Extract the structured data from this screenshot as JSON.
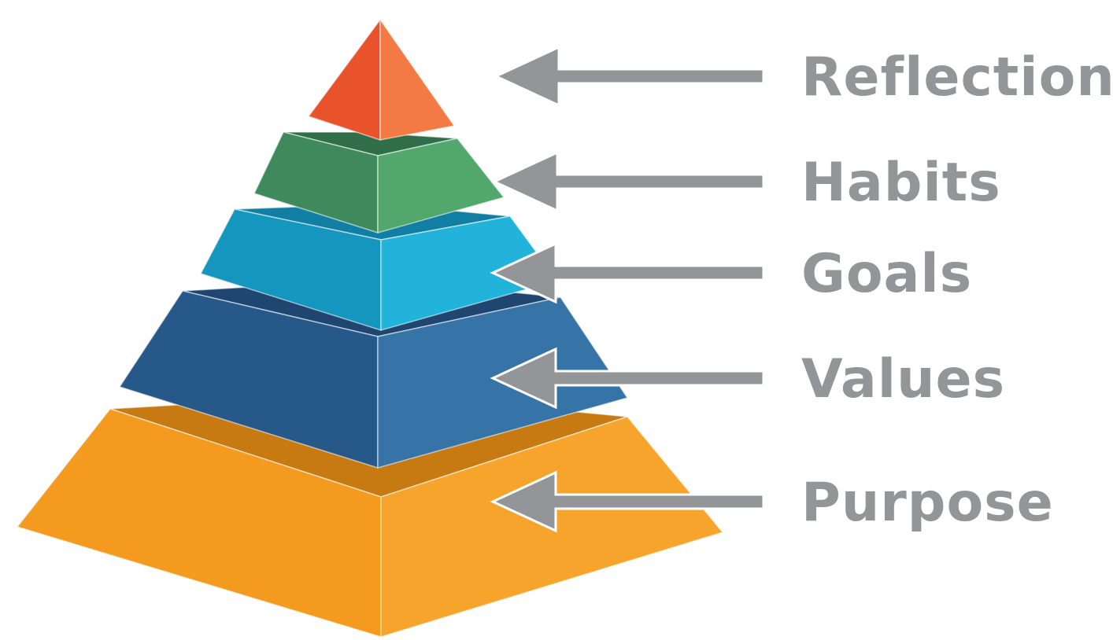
{
  "colors": {
    "arrow": "#939598",
    "label": "#939598",
    "background": "#ffffff"
  },
  "levels": [
    {
      "id": "reflection",
      "label": "Reflection",
      "colors": {
        "left": "#E8532B",
        "right": "#F47A45",
        "top": "#F26B3A"
      }
    },
    {
      "id": "habits",
      "label": "Habits",
      "colors": {
        "left": "#3F8A5D",
        "right": "#52A86C",
        "top": "#2F6E48"
      }
    },
    {
      "id": "goals",
      "label": "Goals",
      "colors": {
        "left": "#1596BE",
        "right": "#22B3DA",
        "top": "#117FA3"
      }
    },
    {
      "id": "values",
      "label": "Values",
      "colors": {
        "left": "#27588A",
        "right": "#3673A6",
        "top": "#1E4670"
      }
    },
    {
      "id": "purpose",
      "label": "Purpose",
      "colors": {
        "left": "#F49A1E",
        "right": "#F7A42C",
        "top": "#C87A12"
      }
    }
  ]
}
